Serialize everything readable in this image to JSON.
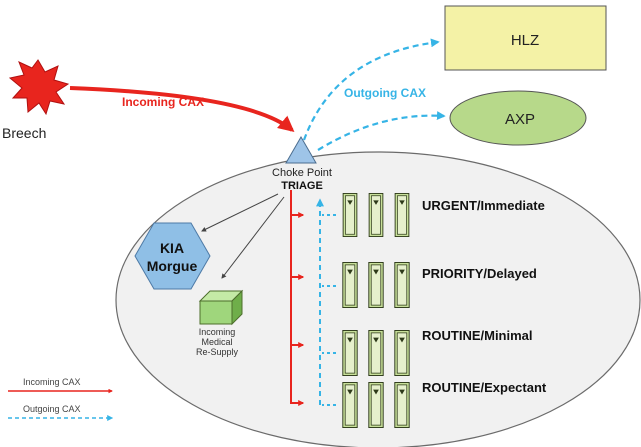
{
  "nodes": {
    "breech": "Breech",
    "hlz": "HLZ",
    "axp": "AXP",
    "choke_line1": "Choke Point",
    "choke_line2": "TRIAGE",
    "kia_line1": "KIA",
    "kia_line2": "Morgue",
    "resupply_line1": "Incoming",
    "resupply_line2": "Medical",
    "resupply_line3": "Re-Supply"
  },
  "flows": {
    "incoming": "Incoming CAX",
    "outgoing": "Outgoing CAX"
  },
  "categories": [
    "URGENT/Immediate",
    "PRIORITY/Delayed",
    "ROUTINE/Minimal",
    "ROUTINE/Expectant"
  ],
  "legend": {
    "incoming": "Incoming CAX",
    "outgoing": "Outgoing CAX"
  },
  "colors": {
    "incoming": "#e8251e",
    "outgoing": "#36b4e6",
    "hlz_fill": "#f4f2a6",
    "axp_fill": "#b7d98a",
    "kia_fill": "#8fbfe6",
    "resupply_fill": "#9fd67c",
    "choke_fill": "#9ec4e8",
    "litter_fill": "#c8e09a"
  }
}
